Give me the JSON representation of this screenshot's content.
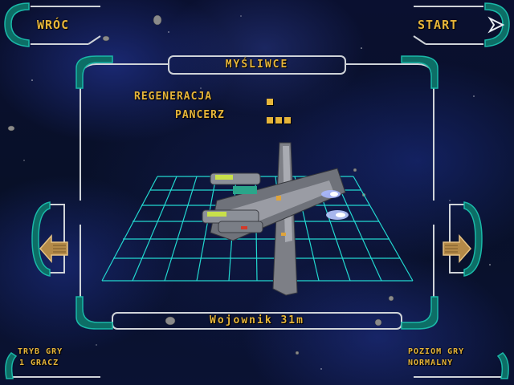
{
  "top_left": {
    "back_label": "WRÓC"
  },
  "top_right": {
    "start_label": "START"
  },
  "panel": {
    "title": "MYŚLIWCE",
    "stats": [
      {
        "label": "REGENERACJA",
        "level": 1
      },
      {
        "label": "PANCERZ",
        "level": 3
      }
    ],
    "ship_name": "Wojownik 31m"
  },
  "bottom_left": {
    "label": "TRYB GRY",
    "value": "1 GRACZ"
  },
  "bottom_right": {
    "label": "POZIOM GRY",
    "value": "NORMALNY"
  },
  "colors": {
    "text": "#e6b53a",
    "frame": "#cfd3d8",
    "teal": "#1a9a8a",
    "grid": "#22d8d0"
  },
  "icons": {
    "left": "left-arrow-icon",
    "right": "right-arrow-icon",
    "start": "start-arrow-icon"
  }
}
